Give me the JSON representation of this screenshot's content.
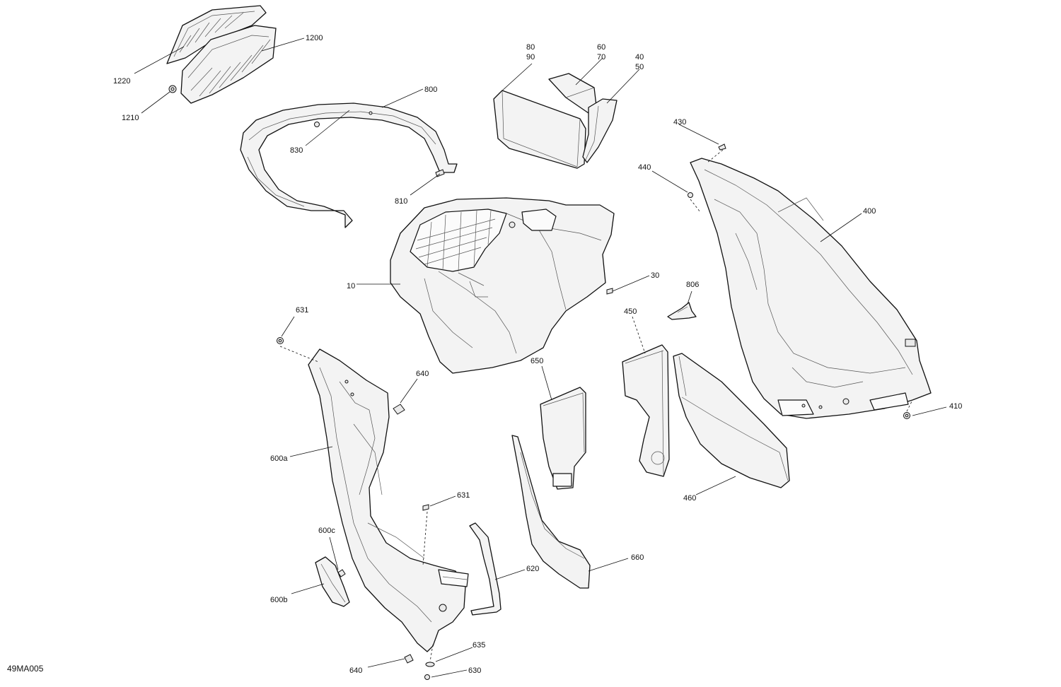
{
  "drawing_ref": "49MA005",
  "labels": {
    "l1220": "1220",
    "l1200": "1200",
    "l1210": "1210",
    "l800": "800",
    "l830": "830",
    "l810": "810",
    "l80": "80",
    "l90": "90",
    "l60": "60",
    "l70": "70",
    "l40": "40",
    "l50": "50",
    "l430": "430",
    "l440": "440",
    "l400": "400",
    "l10": "10",
    "l30": "30",
    "l806": "806",
    "l450": "450",
    "l631a": "631",
    "l640a": "640",
    "l650": "650",
    "l410": "410",
    "l600a": "600a",
    "l460": "460",
    "l631b": "631",
    "l600c": "600c",
    "l620": "620",
    "l660": "660",
    "l600b": "600b",
    "l635": "635",
    "l640b": "640",
    "l630": "630"
  }
}
